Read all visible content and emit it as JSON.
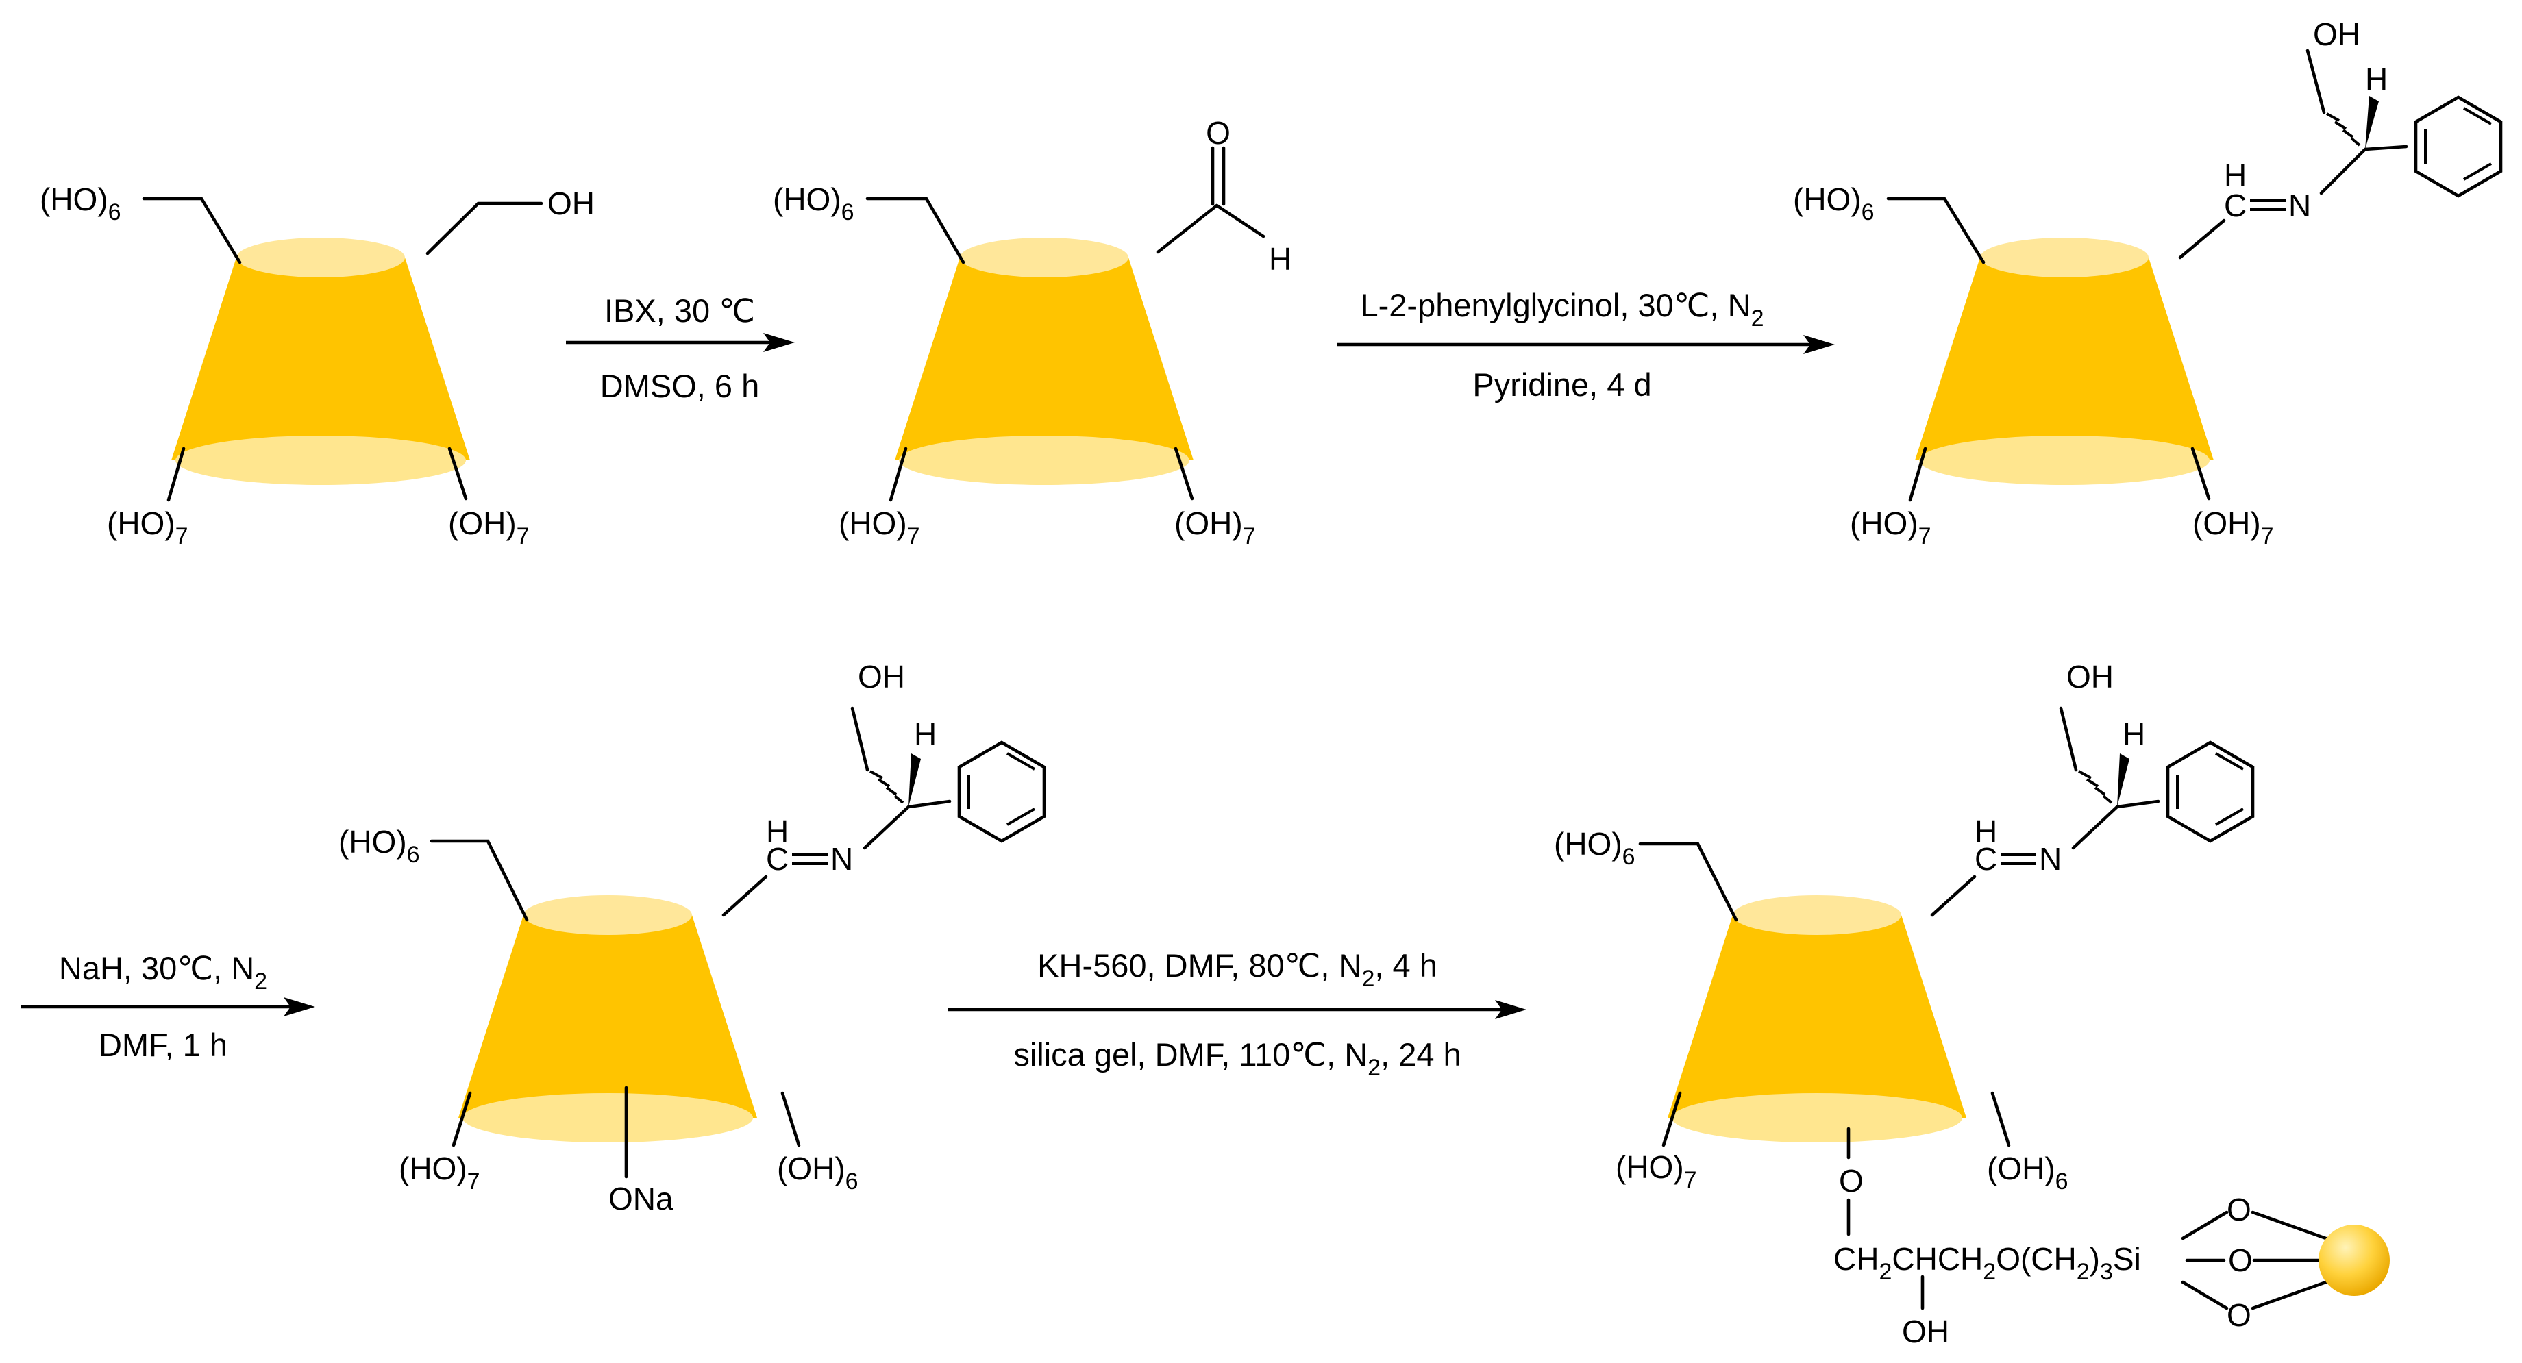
{
  "colors": {
    "cone_body": "#ffc400",
    "cone_rim": "#ffe487",
    "cone_edge": "#ffd43a",
    "bond": "#000000",
    "silica_light": "#ffe08a",
    "silica_dark": "#f5b400"
  },
  "icons": {
    "cyclodextrin": "truncated-cone",
    "phenyl": "benzene-ring",
    "silica_particle": "yellow-sphere",
    "stereo_wedge": "wedge-bond"
  },
  "labels": {
    "ho6": "(HO)",
    "ho7": "(HO)",
    "oh7": "(OH)",
    "oh6": "(OH)",
    "sub6": "6",
    "sub7": "7",
    "oh": "OH",
    "o": "O",
    "h": "H",
    "imine_h": "H",
    "imine_c": "C",
    "imine_eq": "=",
    "imine_n": "N",
    "ona": "ONa",
    "linker_ch2_a": "CH",
    "linker_sub2_a": "2",
    "linker_chch2o": "CHCH",
    "linker_sub2_b": "2",
    "linker_o_ch2": "O(CH",
    "linker_sub2_c": "2",
    "linker_close": ")",
    "linker_sub3": "3",
    "linker_si": "Si",
    "linker_oh": "OH",
    "linker_o": "O"
  },
  "steps": [
    {
      "above": "IBX, 30 ℃",
      "below": "DMSO, 6 h"
    },
    {
      "above": "L-2-phenylglycinol, 30℃, N",
      "above_sub": "2",
      "below": "Pyridine, 4 d"
    },
    {
      "above": "NaH, 30℃, N",
      "above_sub": "2",
      "below": "DMF, 1 h"
    },
    {
      "above": "KH-560, DMF, 80℃, N",
      "above_sub": "2",
      "above_tail": ", 4 h",
      "below": "silica gel, DMF, 110℃, N",
      "below_sub": "2",
      "below_tail": ", 24 h"
    }
  ]
}
